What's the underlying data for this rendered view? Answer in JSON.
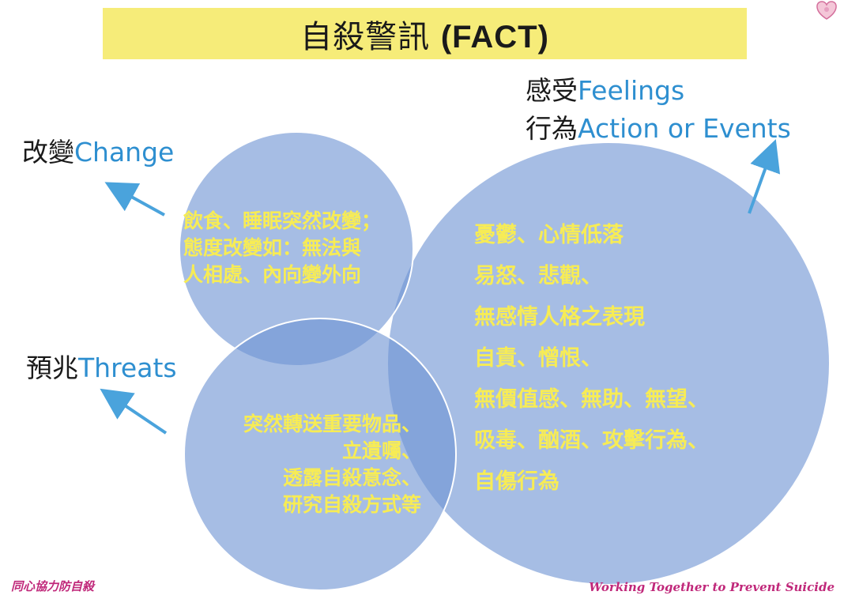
{
  "title": {
    "zh": "自殺警訊 ",
    "en": "(FACT)"
  },
  "labels": {
    "change": {
      "zh": "改變",
      "en": "Change"
    },
    "threats": {
      "zh": "預兆",
      "en": "Threats"
    },
    "feelings": {
      "zh": "感受",
      "en": "Feelings"
    },
    "action": {
      "zh": "行為",
      "en": "Action or Events"
    }
  },
  "circles": {
    "change_lines": [
      "飲食、睡眠突然改變；",
      "態度改變如：無法與",
      "人相處、內向變外向"
    ],
    "threats_lines": [
      "突然轉送重要物品、",
      "立遺囑、",
      "透露自殺意念、",
      "研究自殺方式等"
    ],
    "feelings_lines": [
      "憂鬱、心情低落",
      "易怒、悲觀、",
      "無感情人格之表現",
      "自責、憎恨、",
      "無價值感、無助、無望、",
      "吸毒、酗酒、攻擊行為、",
      "自傷行為"
    ]
  },
  "footer": {
    "left": "同心協力防自殺",
    "right": "Working Together to Prevent Suicide"
  },
  "colors": {
    "title_band": "#f6ec79",
    "circle_fill": "#6f94d4",
    "circle_stroke": "#ffffff",
    "circle_text": "#f7ec55",
    "label_en": "#2e8fd0",
    "arrow": "#4aa3dc",
    "footer_text": "#c0287a"
  },
  "logo_icon": "heart-logo-icon"
}
